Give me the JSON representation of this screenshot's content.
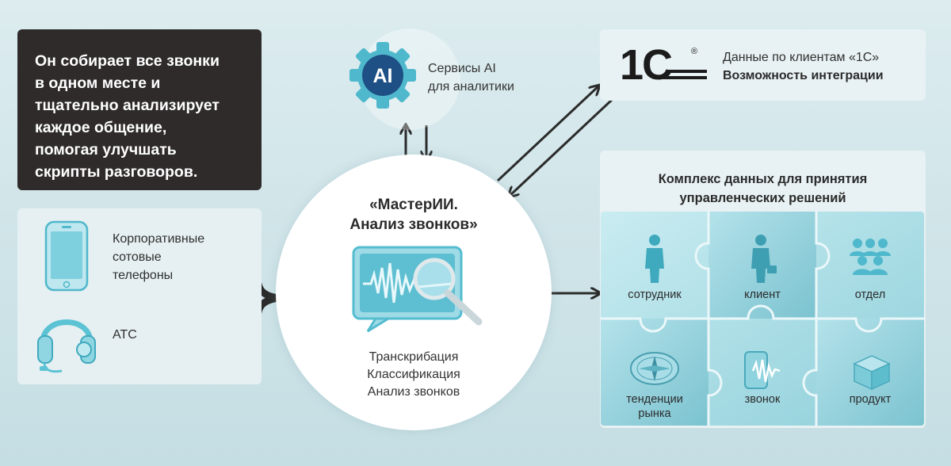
{
  "intro": {
    "lines": [
      "Он собирает все звонки",
      "в одном месте и",
      "тщательно анализирует",
      "каждое общение,",
      "помогая улучшать",
      "скрипты разговоров."
    ]
  },
  "sources": {
    "items": [
      {
        "lines": [
          "Корпоративные",
          "сотовые",
          "телефоны"
        ],
        "icon": "phone-icon"
      },
      {
        "lines": [
          "АТС"
        ],
        "icon": "headset-icon"
      }
    ]
  },
  "ai_service": {
    "badge": "AI",
    "lines": [
      "Сервисы AI",
      "для аналитики"
    ]
  },
  "main": {
    "title_lines": [
      "«МастерИИ.",
      "Анализ звонков»"
    ],
    "features": [
      "Транскрибация",
      "Классификация",
      "Анализ звонков"
    ]
  },
  "integration": {
    "logo_text": "1С",
    "logo_mark": "®",
    "line1": "Данные по клиентам «1С»",
    "line2": "Возможность интеграции"
  },
  "complex": {
    "title_lines": [
      "Комплекс данных для принятия",
      "управленческих решений"
    ],
    "tiles": [
      {
        "label_lines": [
          "сотрудник"
        ],
        "icon": "employee-icon"
      },
      {
        "label_lines": [
          "клиент"
        ],
        "icon": "client-icon"
      },
      {
        "label_lines": [
          "отдел"
        ],
        "icon": "department-icon"
      },
      {
        "label_lines": [
          "тенденции",
          "рынка"
        ],
        "icon": "compass-icon"
      },
      {
        "label_lines": [
          "звонок"
        ],
        "icon": "call-icon"
      },
      {
        "label_lines": [
          "продукт"
        ],
        "icon": "box-icon"
      }
    ]
  },
  "colors": {
    "background": "#d2e6ea",
    "dark_card": "#2f2b2b",
    "accent_cyan": "#4fb8cc",
    "arrow": "#2b2b2b"
  }
}
